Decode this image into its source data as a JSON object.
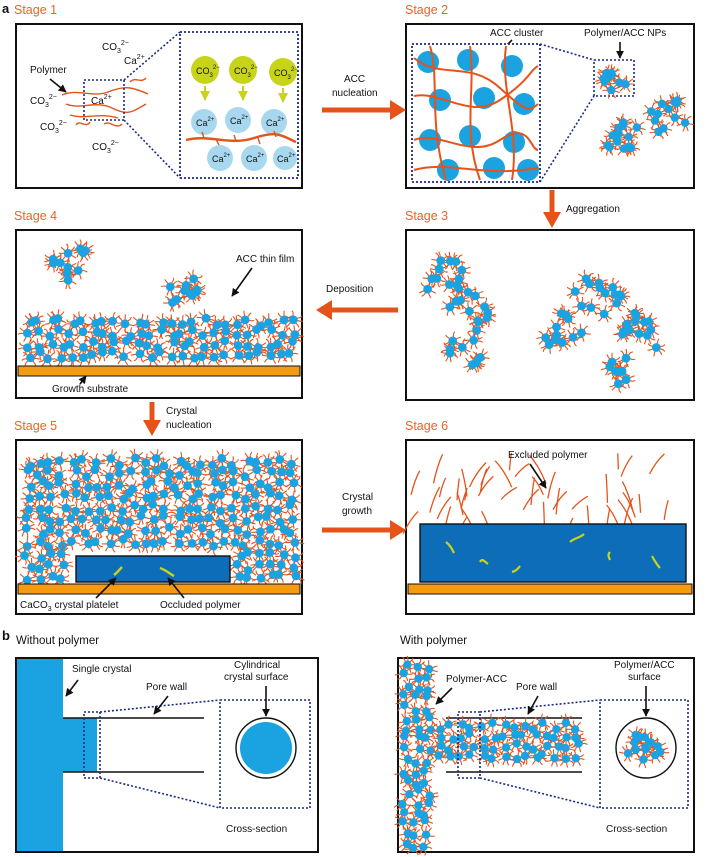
{
  "panel_a": {
    "letter": "a",
    "stage1": {
      "title": "Stage 1",
      "polymer": "Polymer",
      "co3": "CO",
      "ca": "Ca",
      "ca2": "Ca",
      "co3_inset": "CO",
      "ca_inset": "Ca"
    },
    "stage2": {
      "title": "Stage 2",
      "acc_cluster": "ACC cluster",
      "nps": "Polymer/ACC NPs"
    },
    "stage3": {
      "title": "Stage 3"
    },
    "stage4": {
      "title": "Stage 4",
      "thin_film": "ACC thin film",
      "substrate": "Growth substrate"
    },
    "stage5": {
      "title": "Stage 5",
      "platelet": "CaCO",
      "platelet_sub": "3",
      "platelet_tail": " crystal platelet",
      "occluded": "Occluded polymer"
    },
    "stage6": {
      "title": "Stage 6",
      "excluded": "Excluded polymer"
    },
    "arrows": {
      "nucleation_1": "ACC",
      "nucleation_2": "nucleation",
      "aggregation": "Aggregation",
      "deposition": "Deposition",
      "crystal_nuc_1": "Crystal",
      "crystal_nuc_2": "nucleation",
      "crystal_growth_1": "Crystal",
      "crystal_growth_2": "growth"
    }
  },
  "panel_b": {
    "letter": "b",
    "without": {
      "title": "Without polymer",
      "single_crystal": "Single crystal",
      "pore_wall": "Pore wall",
      "cyl_1": "Cylindrical",
      "cyl_2": "crystal surface",
      "cross": "Cross-section"
    },
    "with": {
      "title": "With polymer",
      "polymer_acc": "Polymer-ACC",
      "pore_wall": "Pore wall",
      "surf_1": "Polymer/ACC",
      "surf_2": "surface",
      "cross": "Cross-section"
    }
  },
  "colors": {
    "acc": "#1aa3e0",
    "polymer": "#e5531b",
    "orange": "#f39c12",
    "crystal": "#0e6db8",
    "yellow": "#c8d41a",
    "light_ca": "#a7d8ef"
  }
}
